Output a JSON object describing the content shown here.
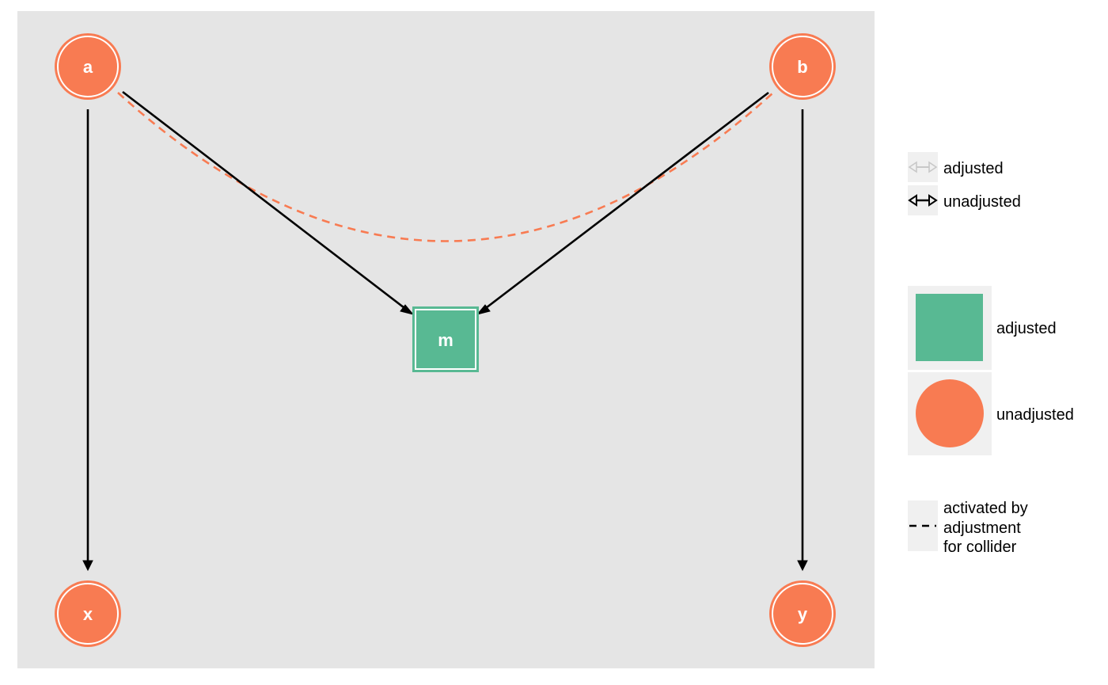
{
  "colors": {
    "panel_background": "#e5e5e5",
    "legend_key_background": "#f0f0f0",
    "adjusted_fill": "#58b993",
    "unadjusted_fill": "#f87b52",
    "edge_color": "#000000",
    "activated_path_color": "#f87b52",
    "adjusted_edge_color": "#c8c8c8"
  },
  "nodes": {
    "a": {
      "label": "a",
      "status": "unadjusted",
      "shape": "circle"
    },
    "b": {
      "label": "b",
      "status": "unadjusted",
      "shape": "circle"
    },
    "m": {
      "label": "m",
      "status": "adjusted",
      "shape": "square"
    },
    "x": {
      "label": "x",
      "status": "unadjusted",
      "shape": "circle"
    },
    "y": {
      "label": "y",
      "status": "unadjusted",
      "shape": "circle"
    }
  },
  "edges": [
    {
      "from": "a",
      "to": "m",
      "status": "unadjusted"
    },
    {
      "from": "b",
      "to": "m",
      "status": "unadjusted"
    },
    {
      "from": "a",
      "to": "x",
      "status": "unadjusted"
    },
    {
      "from": "b",
      "to": "y",
      "status": "unadjusted"
    }
  ],
  "activated_paths": [
    {
      "between": [
        "a",
        "b"
      ],
      "via": "m",
      "style": "dashed"
    }
  ],
  "legend": {
    "edges": {
      "adjusted_label": "adjusted",
      "unadjusted_label": "unadjusted"
    },
    "nodes": {
      "adjusted_label": "adjusted",
      "unadjusted_label": "unadjusted"
    },
    "activated": {
      "line1": "activated by",
      "line2": "adjustment",
      "line3": "for collider"
    }
  }
}
